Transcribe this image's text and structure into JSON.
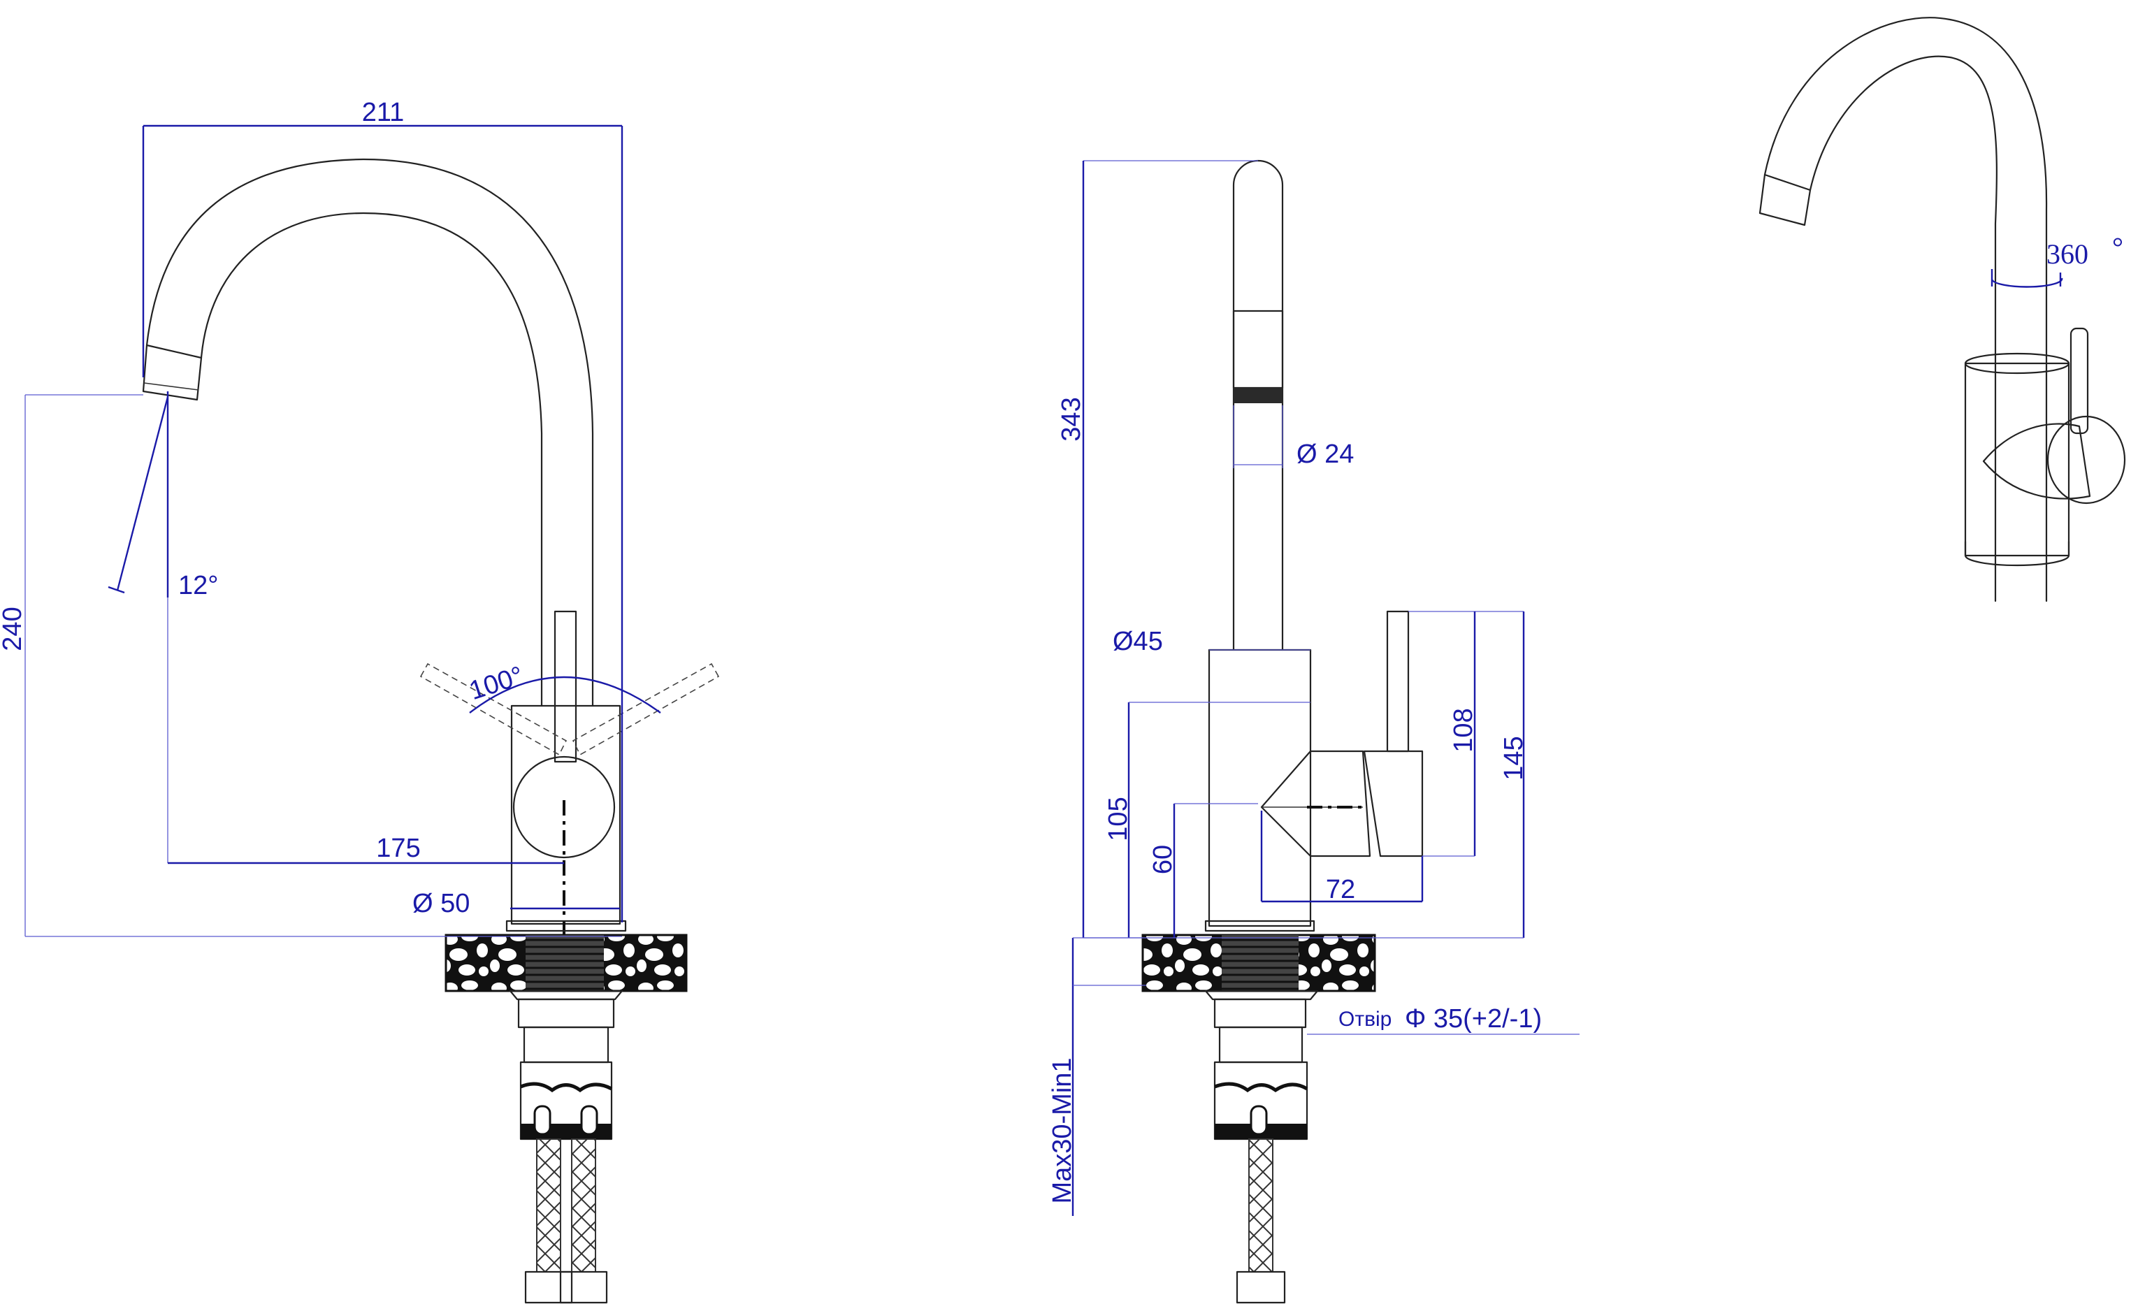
{
  "front_view": {
    "width_label": "211",
    "height_label": "240",
    "spout_angle_label": "12°",
    "handle_angle_label": "100°",
    "reach_label": "175",
    "base_diameter_label": "Ø 50"
  },
  "side_view": {
    "total_height_label": "343",
    "aerator_diameter_label": "Ø 24",
    "body_diameter_label": "Ø45",
    "body_height_label": "105",
    "handle_axis_height_label": "60",
    "handle_reach_label": "72",
    "lever_length_label": "108",
    "lever_top_height_label": "145",
    "countertop_thickness_label": "Max30-Min1",
    "mounting_hole_label": "Отвір",
    "mounting_hole_value": "Φ 35(+2/-1)"
  },
  "iso_view": {
    "rotation_label": "360",
    "rotation_unit": "°"
  },
  "colors": {
    "dimension": "#1a1aa8",
    "outline": "#222222",
    "background": "#ffffff"
  }
}
